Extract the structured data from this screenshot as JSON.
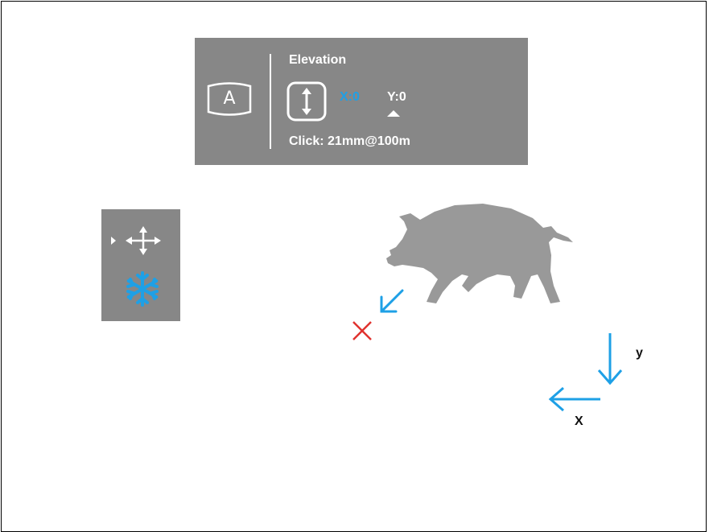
{
  "menu": {
    "title": "Elevation",
    "profile_letter": "A",
    "axis_x_label": "X:0",
    "axis_y_label": "Y:0",
    "click_label": "Click: 21mm@100m",
    "active_axis_color": "#1ea0e6",
    "inactive_axis_color": "#ffffff",
    "selected_axis": "Y",
    "profile_icon": "profile-a-icon",
    "elevation_icon": "vertical-arrows-icon"
  },
  "side_panel": {
    "move_icon": "move-arrows-icon",
    "freeze_icon": "snowflake-icon",
    "freeze_color": "#1ea0e6"
  },
  "scene": {
    "target": "boar-silhouette",
    "shift_arrow_color": "#1ea0e6",
    "impact_mark_color": "#e0322e",
    "y_caption": "y",
    "x_caption": "X"
  },
  "colors": {
    "panel_background": "#878787",
    "accent": "#1ea0e6",
    "silhouette": "#999999"
  }
}
